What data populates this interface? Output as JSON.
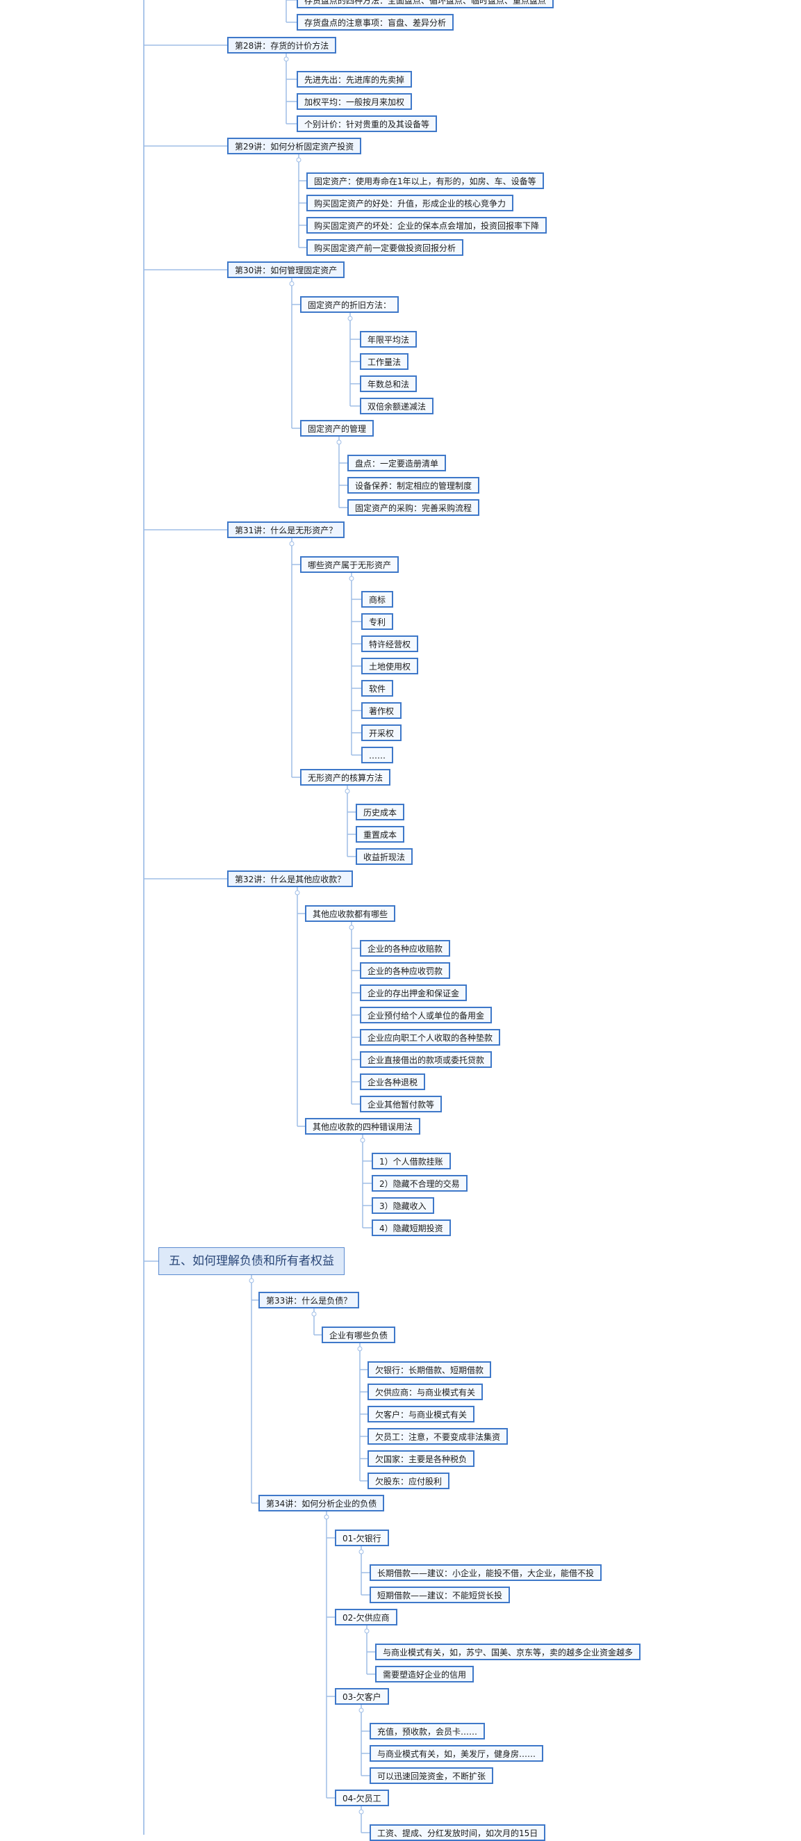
{
  "mindmap": {
    "accent_color": "#3e78c9",
    "line_color": "#9fbde6",
    "nodes": [
      {
        "id": "n1",
        "text": "存货盘点的四种方法：全面盘点、循环盘点、临时盘点、重点盘点"
      },
      {
        "id": "n2",
        "text": "存货盘点的注意事项：盲盘、差异分析"
      },
      {
        "id": "n3",
        "text": "第28讲：存货的计价方法"
      },
      {
        "id": "n4",
        "text": "先进先出：先进库的先卖掉"
      },
      {
        "id": "n5",
        "text": "加权平均：一般按月来加权"
      },
      {
        "id": "n6",
        "text": "个别计价：针对贵重的及其设备等"
      },
      {
        "id": "n7",
        "text": "第29讲：如何分析固定资产投资"
      },
      {
        "id": "n8",
        "text": "固定资产：使用寿命在1年以上，有形的，如房、车、设备等"
      },
      {
        "id": "n9",
        "text": "购买固定资产的好处：升值，形成企业的核心竞争力"
      },
      {
        "id": "n10",
        "text": "购买固定资产的坏处：企业的保本点会增加，投资回报率下降"
      },
      {
        "id": "n11",
        "text": "购买固定资产前一定要做投资回报分析"
      },
      {
        "id": "n12",
        "text": "第30讲：如何管理固定资产"
      },
      {
        "id": "n13",
        "text": "固定资产的折旧方法："
      },
      {
        "id": "n14",
        "text": "年限平均法"
      },
      {
        "id": "n15",
        "text": "工作量法"
      },
      {
        "id": "n16",
        "text": "年数总和法"
      },
      {
        "id": "n17",
        "text": "双倍余额递减法"
      },
      {
        "id": "n18",
        "text": "固定资产的管理"
      },
      {
        "id": "n19",
        "text": "盘点：一定要造册清单"
      },
      {
        "id": "n20",
        "text": "设备保养：制定相应的管理制度"
      },
      {
        "id": "n21",
        "text": "固定资产的采购：完善采购流程"
      },
      {
        "id": "n22",
        "text": "第31讲：什么是无形资产？"
      },
      {
        "id": "n23",
        "text": "哪些资产属于无形资产"
      },
      {
        "id": "n24",
        "text": "商标"
      },
      {
        "id": "n25",
        "text": "专利"
      },
      {
        "id": "n26",
        "text": "特许经营权"
      },
      {
        "id": "n27",
        "text": "土地使用权"
      },
      {
        "id": "n28",
        "text": "软件"
      },
      {
        "id": "n29",
        "text": "著作权"
      },
      {
        "id": "n30",
        "text": "开采权"
      },
      {
        "id": "n31",
        "text": "……"
      },
      {
        "id": "n32",
        "text": "无形资产的核算方法"
      },
      {
        "id": "n33",
        "text": "历史成本"
      },
      {
        "id": "n34",
        "text": "重置成本"
      },
      {
        "id": "n35",
        "text": "收益折现法"
      },
      {
        "id": "n36",
        "text": "第32讲：什么是其他应收款？"
      },
      {
        "id": "n37",
        "text": "其他应收款都有哪些"
      },
      {
        "id": "n38",
        "text": "企业的各种应收赔款"
      },
      {
        "id": "n39",
        "text": "企业的各种应收罚款"
      },
      {
        "id": "n40",
        "text": "企业的存出押金和保证金"
      },
      {
        "id": "n41",
        "text": "企业预付给个人或单位的备用金"
      },
      {
        "id": "n42",
        "text": "企业应向职工个人收取的各种垫款"
      },
      {
        "id": "n43",
        "text": "企业直接借出的款项或委托贷款"
      },
      {
        "id": "n44",
        "text": "企业各种退税"
      },
      {
        "id": "n45",
        "text": "企业其他暂付款等"
      },
      {
        "id": "n46",
        "text": "其他应收款的四种错误用法"
      },
      {
        "id": "n47",
        "text": "1）个人借款挂账"
      },
      {
        "id": "n48",
        "text": "2）隐藏不合理的交易"
      },
      {
        "id": "n49",
        "text": "3）隐藏收入"
      },
      {
        "id": "n50",
        "text": "4）隐藏短期投资"
      },
      {
        "id": "n51",
        "text": "五、如何理解负债和所有者权益"
      },
      {
        "id": "n52",
        "text": "第33讲：什么是负债？"
      },
      {
        "id": "n53",
        "text": "企业有哪些负债"
      },
      {
        "id": "n54",
        "text": "欠银行：长期借款、短期借款"
      },
      {
        "id": "n55",
        "text": "欠供应商：与商业模式有关"
      },
      {
        "id": "n56",
        "text": "欠客户：与商业模式有关"
      },
      {
        "id": "n57",
        "text": "欠员工：注意，不要变成非法集资"
      },
      {
        "id": "n58",
        "text": "欠国家：主要是各种税负"
      },
      {
        "id": "n59",
        "text": "欠股东：应付股利"
      },
      {
        "id": "n60",
        "text": "第34讲：如何分析企业的负债"
      },
      {
        "id": "n61",
        "text": "01-欠银行"
      },
      {
        "id": "n62",
        "text": "长期借款——建议：小企业，能投不借，大企业，能借不投"
      },
      {
        "id": "n63",
        "text": "短期借款——建议：不能短贷长投"
      },
      {
        "id": "n64",
        "text": "02-欠供应商"
      },
      {
        "id": "n65",
        "text": "与商业模式有关，如，苏宁、国美、京东等，卖的越多企业资金越多"
      },
      {
        "id": "n66",
        "text": "需要塑造好企业的信用"
      },
      {
        "id": "n67",
        "text": "03-欠客户"
      },
      {
        "id": "n68",
        "text": "充值，预收款，会员卡……"
      },
      {
        "id": "n69",
        "text": "与商业模式有关，如，美发厅，健身房……"
      },
      {
        "id": "n70",
        "text": "可以迅速回笼资金，不断扩张"
      },
      {
        "id": "n71",
        "text": "04-欠员工"
      },
      {
        "id": "n72",
        "text": "工资、提成、分红发放时间，如次月的15日"
      }
    ]
  }
}
